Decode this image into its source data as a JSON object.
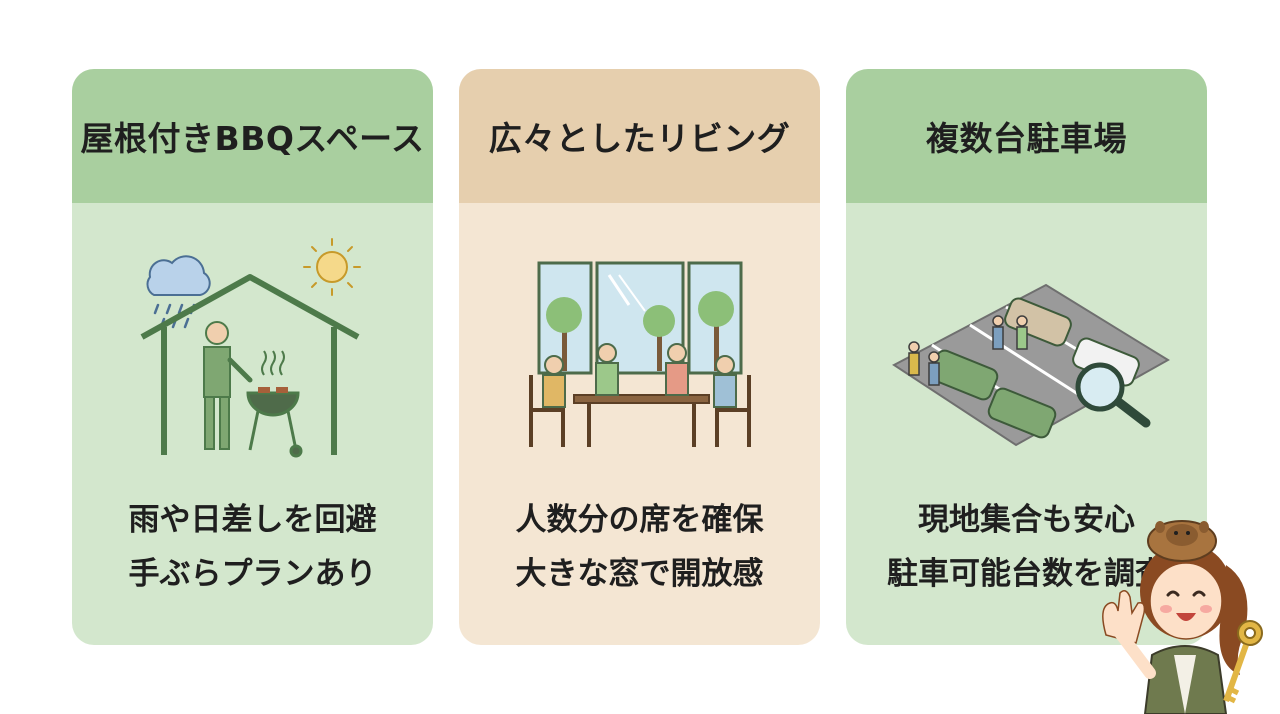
{
  "cards": [
    {
      "title": "屋根付きBBQスペース",
      "lines": [
        "雨や日差しを回避",
        "手ぶらプランあり"
      ],
      "icon": "covered-bbq-illustration",
      "header_color": "#a9cf9f",
      "body_color": "#d3e7cd"
    },
    {
      "title": "広々としたリビング",
      "lines": [
        "人数分の席を確保",
        "大きな窓で開放感"
      ],
      "icon": "living-room-illustration",
      "header_color": "#e6cfae",
      "body_color": "#f4e6d3"
    },
    {
      "title": "複数台駐車場",
      "lines": [
        "現地集合も安心",
        "駐車可能台数を調査"
      ],
      "icon": "parking-lot-illustration",
      "header_color": "#a9cf9f",
      "body_color": "#d3e7cd"
    }
  ],
  "mascot": {
    "icon": "mascot-guide-character"
  }
}
